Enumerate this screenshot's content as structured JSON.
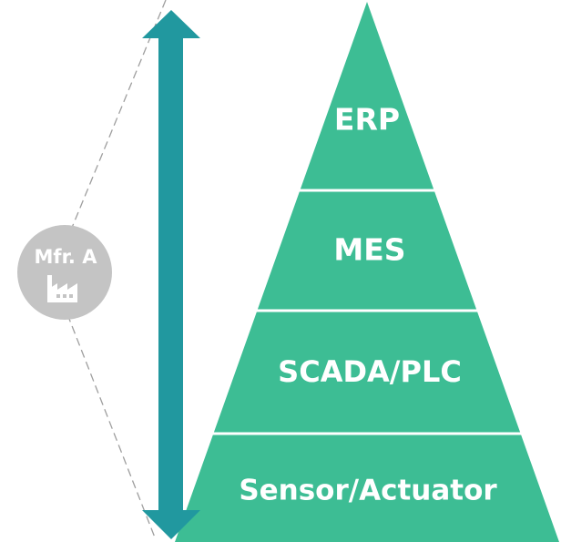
{
  "pyramid": {
    "color": "#3dbd94",
    "separator_color": "#ffffff",
    "layers": [
      {
        "label": "ERP"
      },
      {
        "label": "MES"
      },
      {
        "label": "SCADA/PLC"
      },
      {
        "label": "Sensor/Actuator"
      }
    ]
  },
  "scope_arrow": {
    "color": "#21989f"
  },
  "manufacturer_badge": {
    "label": "Mfr. A",
    "icon": "factory-icon",
    "color": "#c4c4c4",
    "outline_color": "#9e9e9e"
  }
}
